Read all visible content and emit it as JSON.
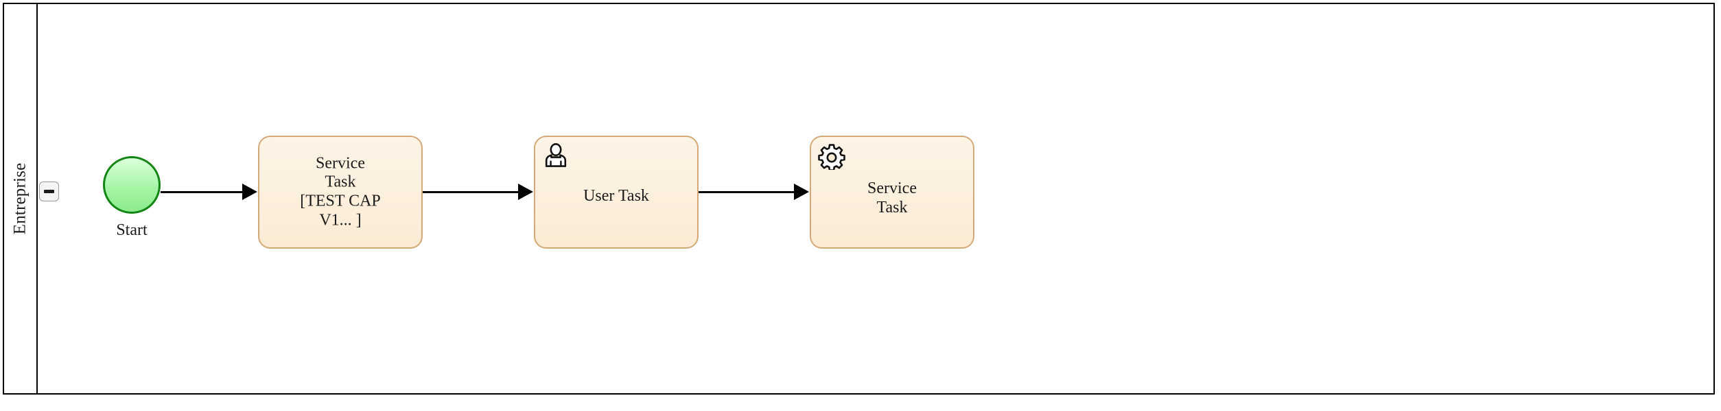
{
  "diagram": {
    "type": "bpmn-process",
    "pool": {
      "lane_label": "Entreprise",
      "collapse_icon": "minus-icon",
      "border_color": "#000000"
    },
    "colors": {
      "start_event_fill": "#a6f5a6",
      "start_event_stroke": "#128512",
      "task_fill": "#fbebd5",
      "task_stroke": "#d3a977",
      "flow_stroke": "#000000",
      "lane_border": "#000000"
    },
    "nodes": [
      {
        "id": "start",
        "kind": "start-event",
        "label": "Start",
        "icon": "none"
      },
      {
        "id": "task-1",
        "kind": "service-task",
        "label": "Service\nTask\n[TEST CAP\nV1... ]",
        "icon": "none"
      },
      {
        "id": "task-2",
        "kind": "user-task",
        "label": "User Task",
        "icon": "user-icon"
      },
      {
        "id": "task-3",
        "kind": "service-task",
        "label": "Service\nTask",
        "icon": "gear-icon"
      }
    ],
    "flows": [
      {
        "id": "flow-1",
        "from": "start",
        "to": "task-1",
        "label": ""
      },
      {
        "id": "flow-2",
        "from": "task-1",
        "to": "task-2",
        "label": ""
      },
      {
        "id": "flow-3",
        "from": "task-2",
        "to": "task-3",
        "label": ""
      }
    ]
  }
}
